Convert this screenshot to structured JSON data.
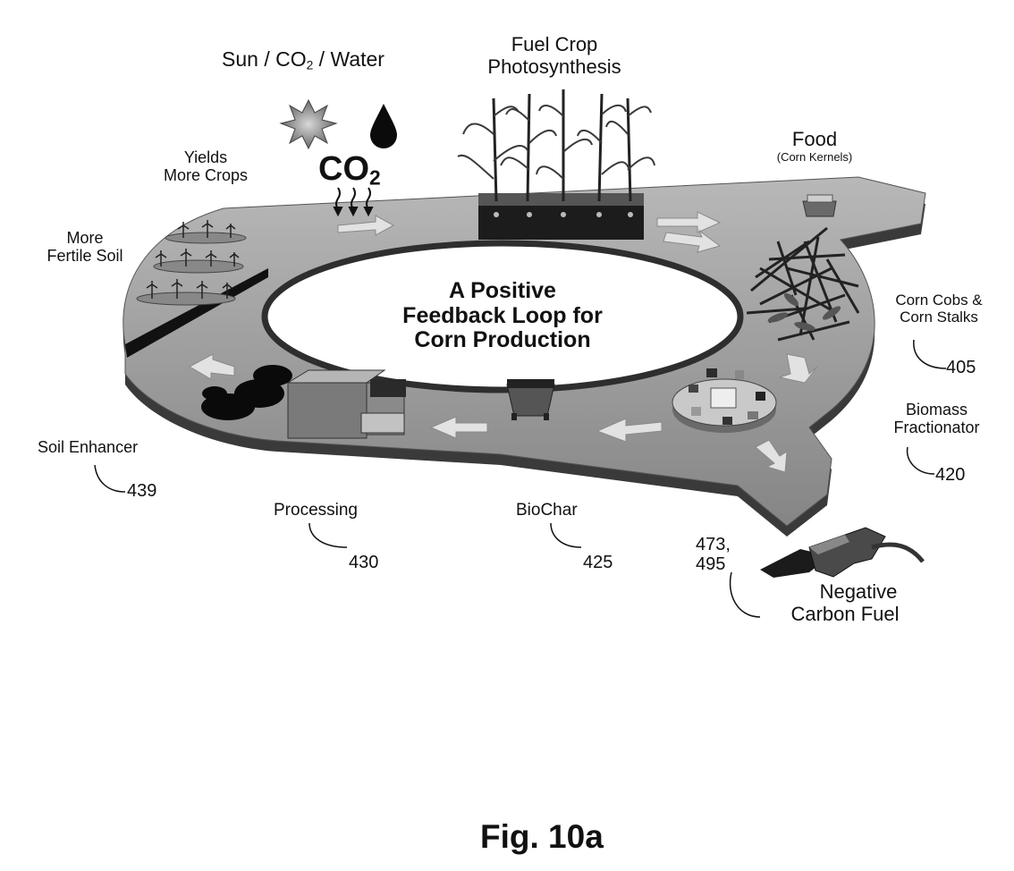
{
  "diagram": {
    "inputs_label_prefix": "Sun / CO",
    "inputs_label_sub": "2",
    "inputs_label_suffix": " / Water",
    "co2_text": "CO",
    "co2_sub": "2",
    "fuel_crop_line1": "Fuel Crop",
    "fuel_crop_line2": "Photosynthesis",
    "food_title": "Food",
    "food_subtitle": "(Corn Kernels)",
    "yields_line1": "Yields",
    "yields_line2": "More Crops",
    "soil_line1": "More",
    "soil_line2": "Fertile Soil",
    "center_line1": "A Positive",
    "center_line2": "Feedback Loop for",
    "center_line3": "Corn Production",
    "cobs_line1": "Corn Cobs &",
    "cobs_line2": "Corn Stalks",
    "ref_405": "405",
    "fractionator_line1": "Biomass",
    "fractionator_line2": "Fractionator",
    "ref_420": "420",
    "soil_enhancer": "Soil Enhancer",
    "ref_439": "439",
    "processing": "Processing",
    "ref_430": "430",
    "biochar": "BioChar",
    "ref_425": "425",
    "ref_473": "473,",
    "ref_495": "495",
    "fuel_line1": "Negative",
    "fuel_line2": "Carbon Fuel",
    "figure_caption": "Fig. 10a"
  },
  "colors": {
    "track_top": "#9a9a9a",
    "track_side": "#333333",
    "arrow": "#e4e4e4",
    "ink": "#111111"
  }
}
